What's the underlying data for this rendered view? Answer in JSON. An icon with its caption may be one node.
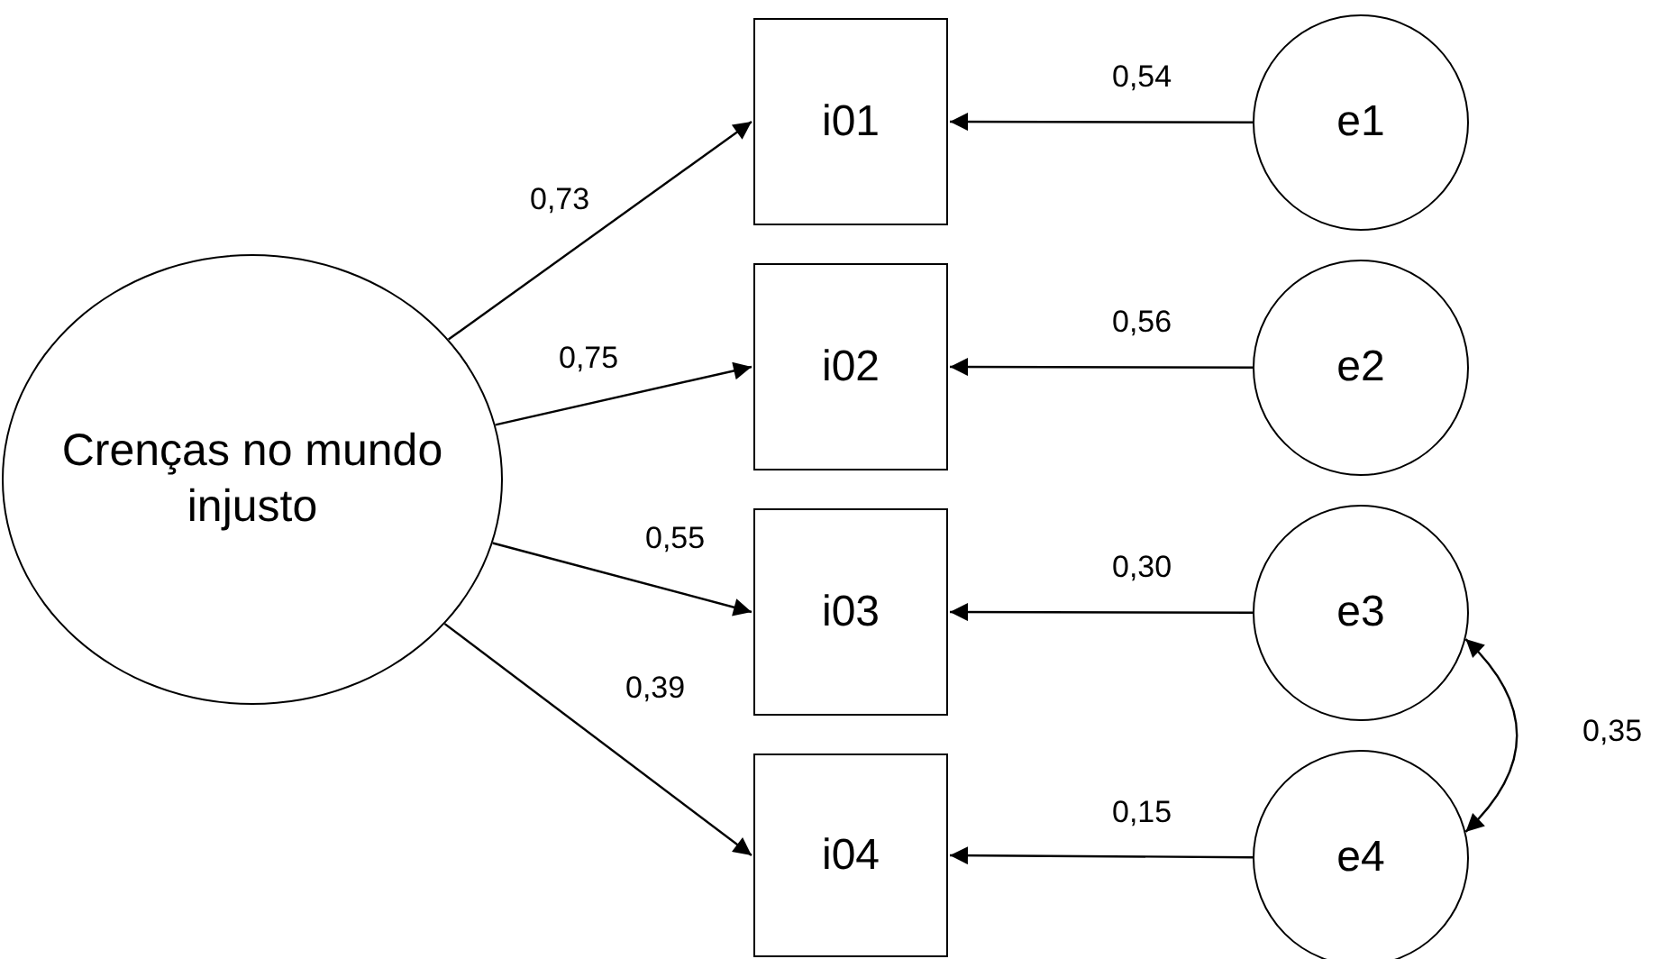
{
  "diagram": {
    "nodes": [
      {
        "text": [
          "Crenças no mundo injusto"
        ]
      },
      {
        "text": [
          "i01"
        ]
      },
      {
        "text": [
          "i02"
        ]
      },
      {
        "text": [
          "i03"
        ]
      },
      {
        "text": [
          "i04"
        ]
      },
      {
        "text": [
          "e1"
        ]
      },
      {
        "text": [
          "e2"
        ]
      },
      {
        "text": [
          "e3"
        ]
      },
      {
        "text": [
          "e4"
        ]
      }
    ],
    "edges": [
      {
        "from": 0,
        "to": 1,
        "arrow": "to",
        "label": "0,73"
      },
      {
        "from": 0,
        "to": 2,
        "arrow": "to",
        "label": "0,75"
      },
      {
        "from": 0,
        "to": 3,
        "arrow": "to",
        "label": "0,55"
      },
      {
        "from": 0,
        "to": 4,
        "arrow": "to",
        "label": "0,39"
      },
      {
        "from": 5,
        "to": 1,
        "arrow": "to",
        "label": "0,54"
      },
      {
        "from": 6,
        "to": 2,
        "arrow": "to",
        "label": "0,56"
      },
      {
        "from": 7,
        "to": 3,
        "arrow": "to",
        "label": "0,30"
      },
      {
        "from": 8,
        "to": 4,
        "arrow": "to",
        "label": "0,15"
      },
      {
        "from": 7,
        "to": 8,
        "arrow": "both",
        "label": "0,35"
      }
    ]
  }
}
